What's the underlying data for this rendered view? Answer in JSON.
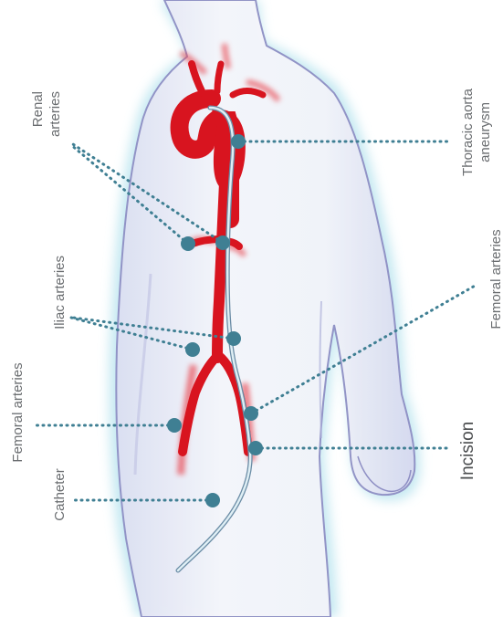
{
  "labels": {
    "renal_line1": "Renal",
    "renal_line2": "arteries",
    "thoracic_line1": "Thoracic aorta",
    "thoracic_line2": "aneurysm",
    "iliac": "Iliac arteries",
    "femoral_left": "Femoral arteries",
    "femoral_right": "Femoral arteries",
    "incision": "Incision",
    "catheter": "Catheter"
  },
  "colors": {
    "artery": "#d8141f",
    "marker": "#3f7f93",
    "leader": "#3f7f93",
    "body_fill": "#eef0f7",
    "body_outline": "#8e8fc4",
    "body_glow": "#bfe6f0",
    "catheter": "#c7d9e4"
  }
}
